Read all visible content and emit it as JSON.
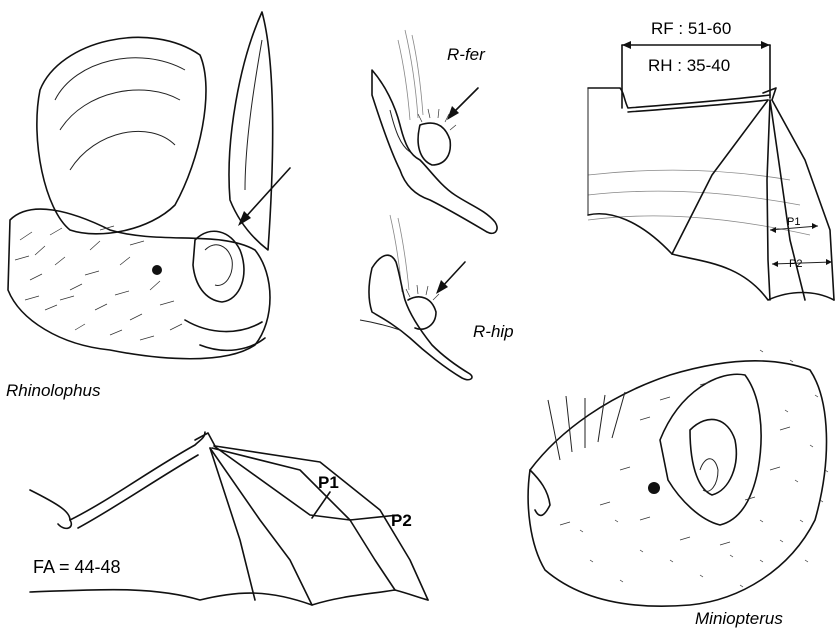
{
  "labels": {
    "rhinolophus": "Rhinolophus",
    "miniopterus": "Miniopterus",
    "r_fer": "R-fer",
    "r_hip": "R-hip",
    "rf_range": "RF : 51-60",
    "rh_range": "RH : 35-40",
    "p1_small": "P1",
    "p2_small": "P2",
    "p1_wing": "P1",
    "p2_wing": "P2",
    "fa_range": "FA = 44-48"
  }
}
